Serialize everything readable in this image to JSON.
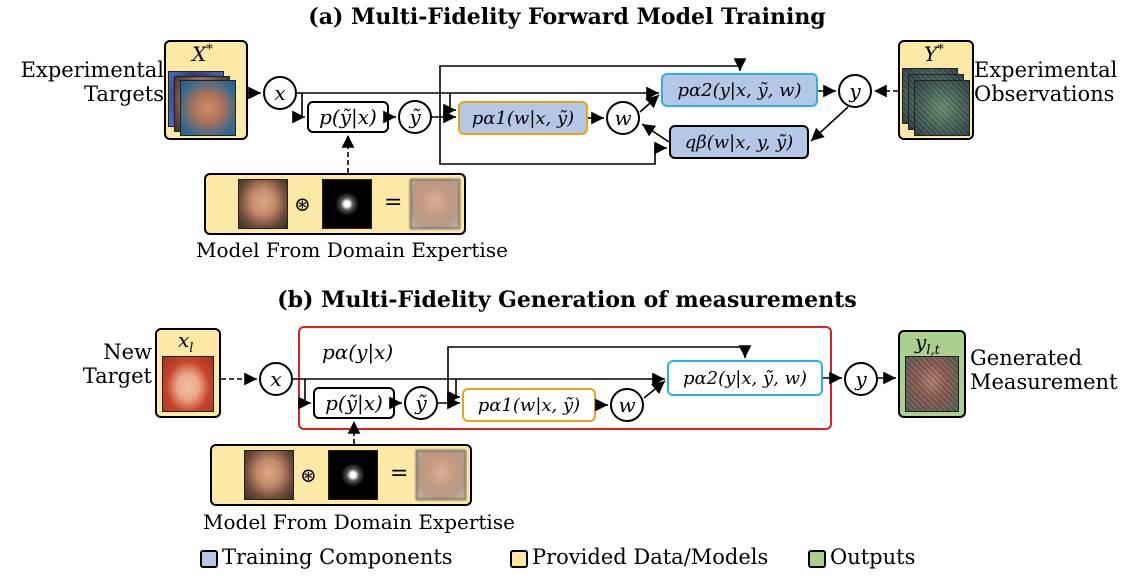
{
  "colors": {
    "training": "#b4c7e7",
    "provided": "#fde9a6",
    "outputs": "#a9d08e",
    "orange_border": "#e8a317",
    "cyan_border": "#2bb3e0",
    "red_border": "#e02020"
  },
  "panel_a": {
    "title": "(a) Multi-Fidelity Forward Model Training",
    "left_label": "Experimental Targets",
    "right_label": "Experimental Observations",
    "X_star": "X*",
    "Y_star": "Y*",
    "node_x": "x",
    "node_ytilde": "ỹ",
    "node_w": "w",
    "node_y": "y",
    "p_y_tilde": "p(ỹ|x)",
    "p_alpha1": "pα1(w|x, ỹ)",
    "p_alpha2": "pα2(y|x, ỹ, w)",
    "q_beta": "qβ(w|x, y, ỹ)",
    "domain_caption": "Model From Domain Expertise",
    "conv_symbol": "⊛",
    "equals": "="
  },
  "panel_b": {
    "title": "(b) Multi-Fidelity Generation of measurements",
    "left_label": "New Target",
    "right_label": "Generated Measurement",
    "x_l": "xl",
    "y_lt": "yl,t",
    "group_label": "pα(y|x)",
    "node_x": "x",
    "node_ytilde": "ỹ",
    "node_w": "w",
    "node_y": "y",
    "p_y_tilde": "p(ỹ|x)",
    "p_alpha1": "pα1(w|x, ỹ)",
    "p_alpha2": "pα2(y|x, ỹ, w)",
    "domain_caption": "Model From Domain Expertise",
    "conv_symbol": "⊛",
    "equals": "="
  },
  "legend": {
    "training": "Training Components",
    "provided": "Provided Data/Models",
    "outputs": "Outputs"
  }
}
